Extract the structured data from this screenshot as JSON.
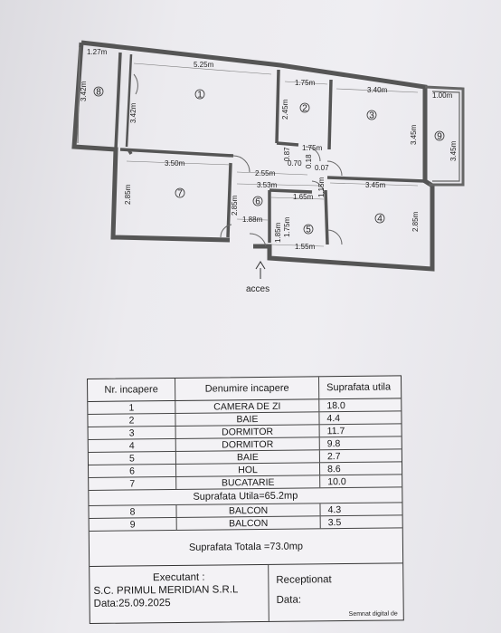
{
  "plan": {
    "room_numbers": [
      "1",
      "2",
      "3",
      "4",
      "5",
      "6",
      "7",
      "8",
      "9"
    ],
    "dimensions": {
      "d8_w": "1.27m",
      "d8_h": "3.42m",
      "d1_w": "5.25m",
      "d1_h": "3.42m",
      "d2_w": "1.75m",
      "d2_h": "2.45m",
      "d3_w": "3.40m",
      "d3_h": "3.45m",
      "d9_w": "1.00m",
      "d9_h": "3.45m",
      "d_087": "0.87",
      "d_175b": "1.75m",
      "d_070": "0.70",
      "d_018": "0.18",
      "d_007": "0.07",
      "d7_w": "3.50m",
      "d_255": "2.55m",
      "d_353": "3.53m",
      "d_115": "1.15m",
      "d4_w": "3.45m",
      "d_165": "1.65m",
      "d7_h": "2.85m",
      "d6_h": "2.85m",
      "d_188": "1.88m",
      "d_185": "1.85m",
      "d5_h": "1.75m",
      "d5_w": "1.55m",
      "d4_h": "2.85m"
    },
    "access_label": "acces"
  },
  "table": {
    "headers": {
      "nr": "Nr. incapere",
      "name": "Denumire incapere",
      "area": "Suprafata utila"
    },
    "rows": [
      {
        "nr": "1",
        "name": "CAMERA DE ZI",
        "area": "18.0"
      },
      {
        "nr": "2",
        "name": "BAIE",
        "area": "4.4"
      },
      {
        "nr": "3",
        "name": "DORMITOR",
        "area": "11.7"
      },
      {
        "nr": "4",
        "name": "DORMITOR",
        "area": "9.8"
      },
      {
        "nr": "5",
        "name": "BAIE",
        "area": "2.7"
      },
      {
        "nr": "6",
        "name": "HOL",
        "area": "8.6"
      },
      {
        "nr": "7",
        "name": "BUCATARIE",
        "area": "10.0"
      }
    ],
    "useful_total": "Suprafata Utila=65.2mp",
    "balcony_rows": [
      {
        "nr": "8",
        "name": "BALCON",
        "area": "4.3"
      },
      {
        "nr": "9",
        "name": "BALCON",
        "area": "3.5"
      }
    ],
    "grand_total": "Suprafata Totala =73.0mp",
    "executant_label": "Executant :",
    "company": "S.C. PRIMUL MERIDIAN S.R.L",
    "date": "Data:25.09.2025",
    "receptionat": "Receptionat",
    "date_empty": "Data:",
    "signature": "Semnat digital de"
  }
}
